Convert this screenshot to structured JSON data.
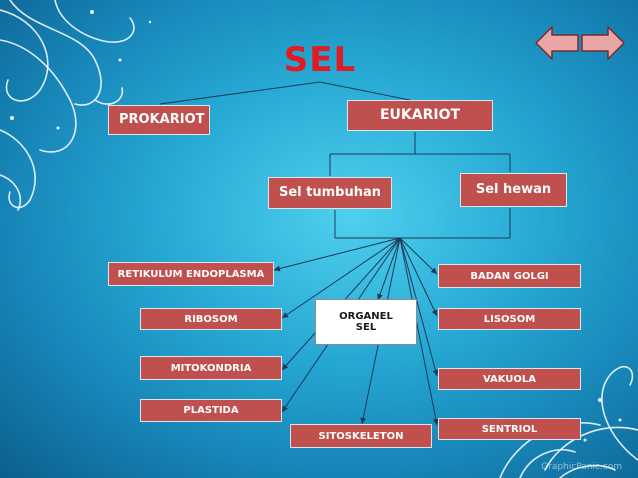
{
  "title": "SEL",
  "nodes": {
    "prokariot": "PROKARIOT",
    "eukariot": "EUKARIOT",
    "sel_tumbuhan": "Sel tumbuhan",
    "sel_hewan": "Sel hewan",
    "organel_line1": "ORGANEL",
    "organel_line2": "SEL",
    "retikulum": "RETIKULUM ENDOPLASMA",
    "ribosom": "RIBOSOM",
    "mitokondria": "MITOKONDRIA",
    "plastida": "PLASTIDA",
    "sitoskeleton": "SITOSKELETON",
    "badan_golgi": "BADAN GOLGI",
    "lisosom": "LISOSOM",
    "vakuola": "VAKUOLA",
    "sentriol": "SENTRIOL"
  },
  "nav": {
    "prev_icon": "left-arrow-icon",
    "next_icon": "right-arrow-icon"
  },
  "watermark": "GraphicPanic.com",
  "colors": {
    "box_fill": "#c0504d",
    "title": "#e11b22",
    "nav_fill": "#e8a6a6"
  }
}
